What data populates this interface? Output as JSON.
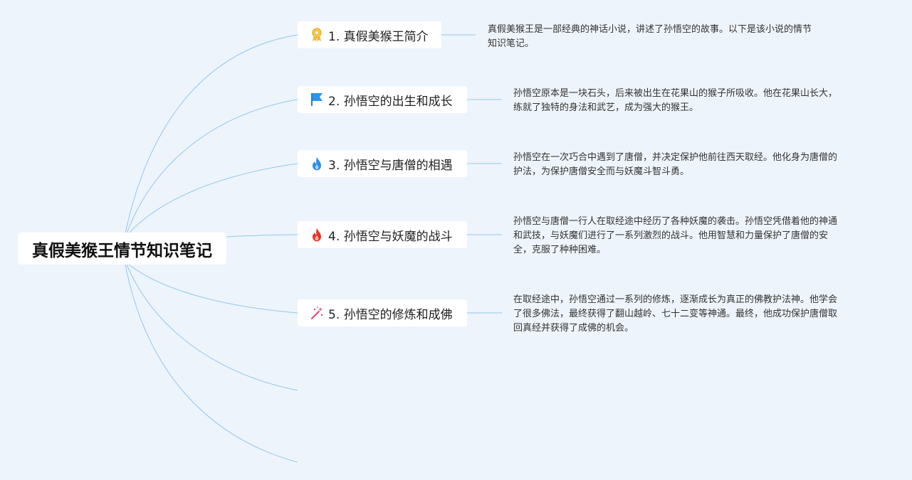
{
  "root": {
    "title": "真假美猴王情节知识笔记"
  },
  "branches": [
    {
      "label": "1. 真假美猴王简介",
      "icon": "medal-icon",
      "note_lines": [
        "真假美猴王是一部经典的神话小说，讲述了孙悟空的故事。以下是该小说的情节",
        "知识笔记。"
      ]
    },
    {
      "label": "2. 孙悟空的出生和成长",
      "icon": "flag-icon",
      "note_lines": [
        "孙悟空原本是一块石头，后来被出生在花果山的猴子所吸收。他在花果山长大，",
        "练就了独特的身法和武艺，成为强大的猴王。"
      ]
    },
    {
      "label": "3. 孙悟空与唐僧的相遇",
      "icon": "water-drop-flame-icon",
      "note_lines": [
        "孙悟空在一次巧合中遇到了唐僧，并决定保护他前往西天取经。他化身为唐僧的",
        "护法，为保护唐僧安全而与妖魔斗智斗勇。"
      ]
    },
    {
      "label": "4. 孙悟空与妖魔的战斗",
      "icon": "fire-icon",
      "note_lines": [
        "孙悟空与唐僧一行人在取经途中经历了各种妖魔的袭击。孙悟空凭借着他的神通",
        "和武技，与妖魔们进行了一系列激烈的战斗。他用智慧和力量保护了唐僧的安",
        "全，克服了种种困难。"
      ]
    },
    {
      "label": "5. 孙悟空的修炼和成佛",
      "icon": "magic-wand-icon",
      "note_lines": [
        "在取经途中，孙悟空通过一系列的修炼，逐渐成长为真正的佛教护法神。他学会",
        "了很多佛法，最终获得了翻山越岭、七十二变等神通。最终，他成功保护唐僧取",
        "回真经并获得了成佛的机会。"
      ]
    }
  ],
  "colors": {
    "background": "#eef4fb",
    "connector": "#8fc9ee",
    "node": "#ffffff"
  }
}
